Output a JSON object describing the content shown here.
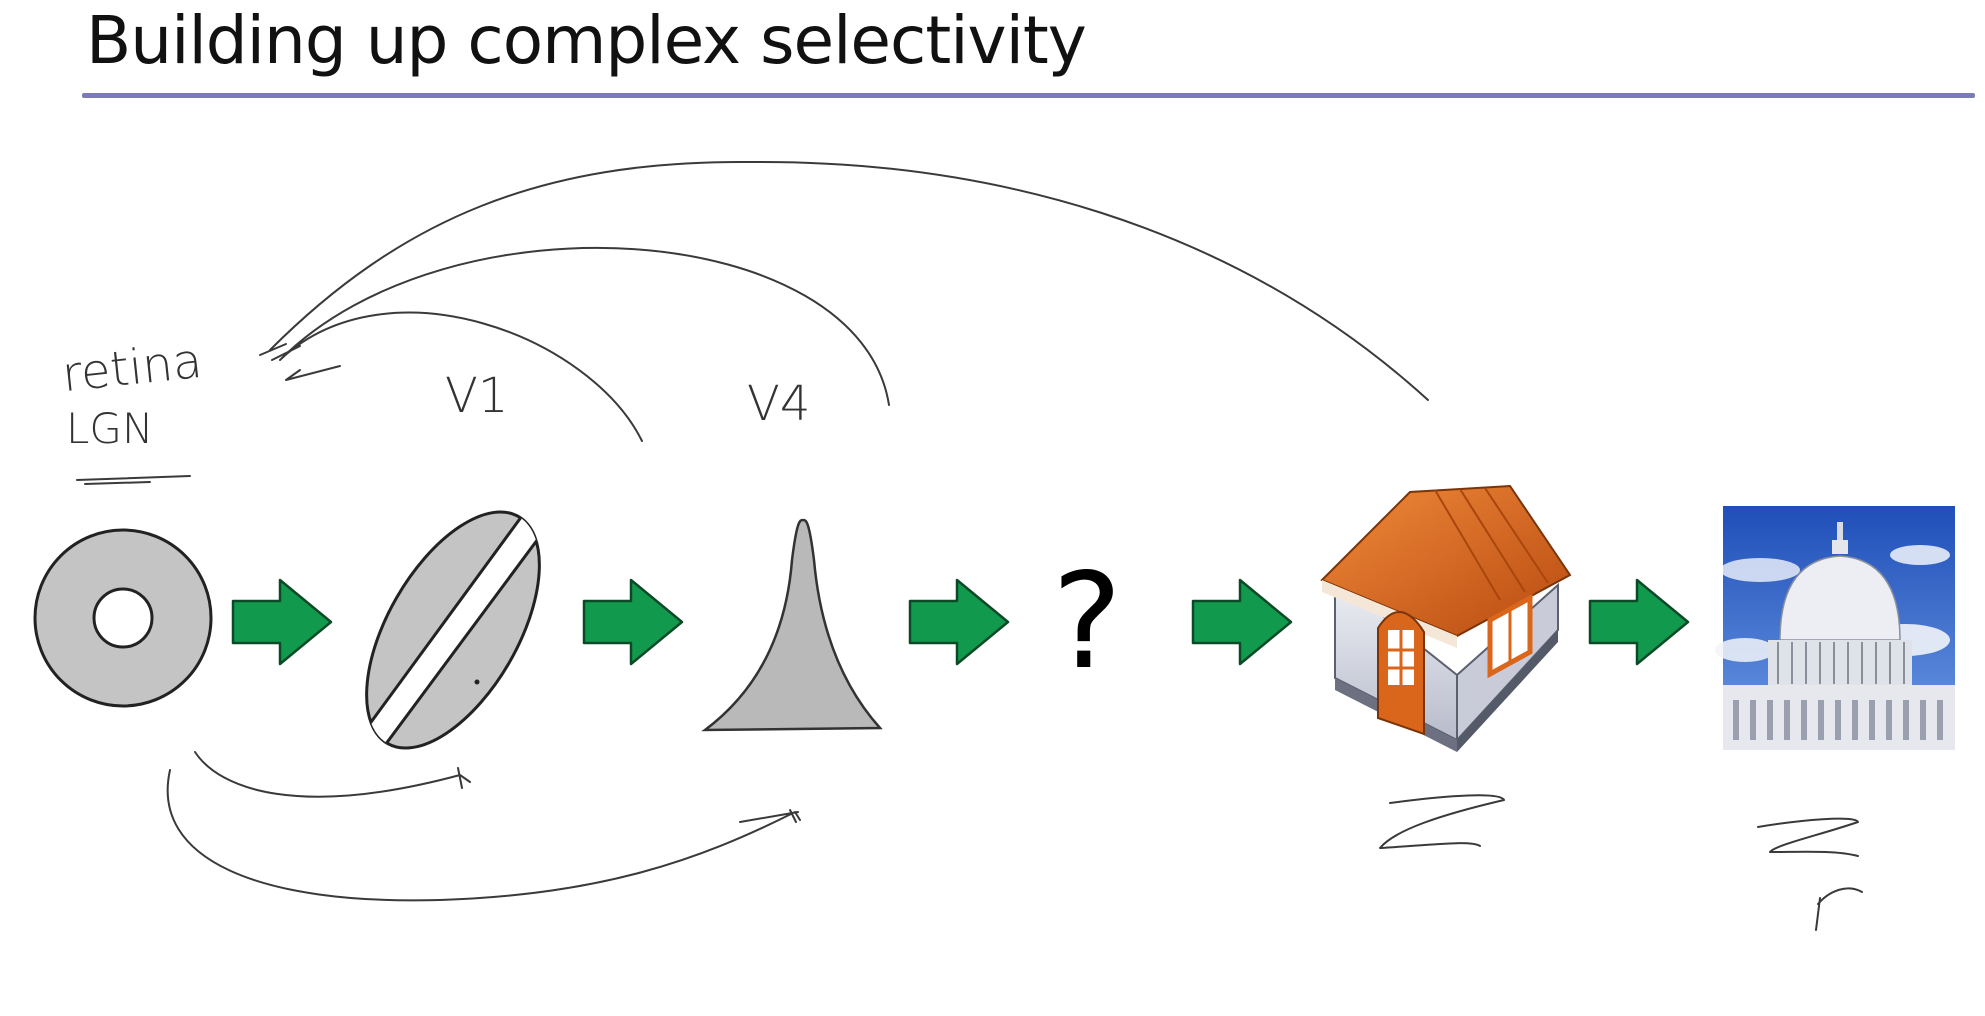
{
  "title": "Building up complex selectivity",
  "stages": [
    {
      "name": "center-surround",
      "annotation": "retina\nLGN"
    },
    {
      "name": "oriented-ellipse",
      "annotation": "V1"
    },
    {
      "name": "peaked-shape",
      "annotation": "V4"
    },
    {
      "name": "unknown",
      "symbol": "?"
    },
    {
      "name": "house-icon"
    },
    {
      "name": "capitol-photo"
    }
  ],
  "annotations": {
    "retina_label": "retina",
    "lgn_label": "LGN",
    "v1_label": "V1",
    "v4_label": "V4",
    "question_mark": "?"
  },
  "colors": {
    "arrow_fill": "#119a4e",
    "arrow_stroke": "#0b4a27",
    "shape_gray": "#c4c4c4",
    "rule": "#7b7bb8",
    "roof": "#d9661b",
    "sky": "#2a62c8"
  }
}
